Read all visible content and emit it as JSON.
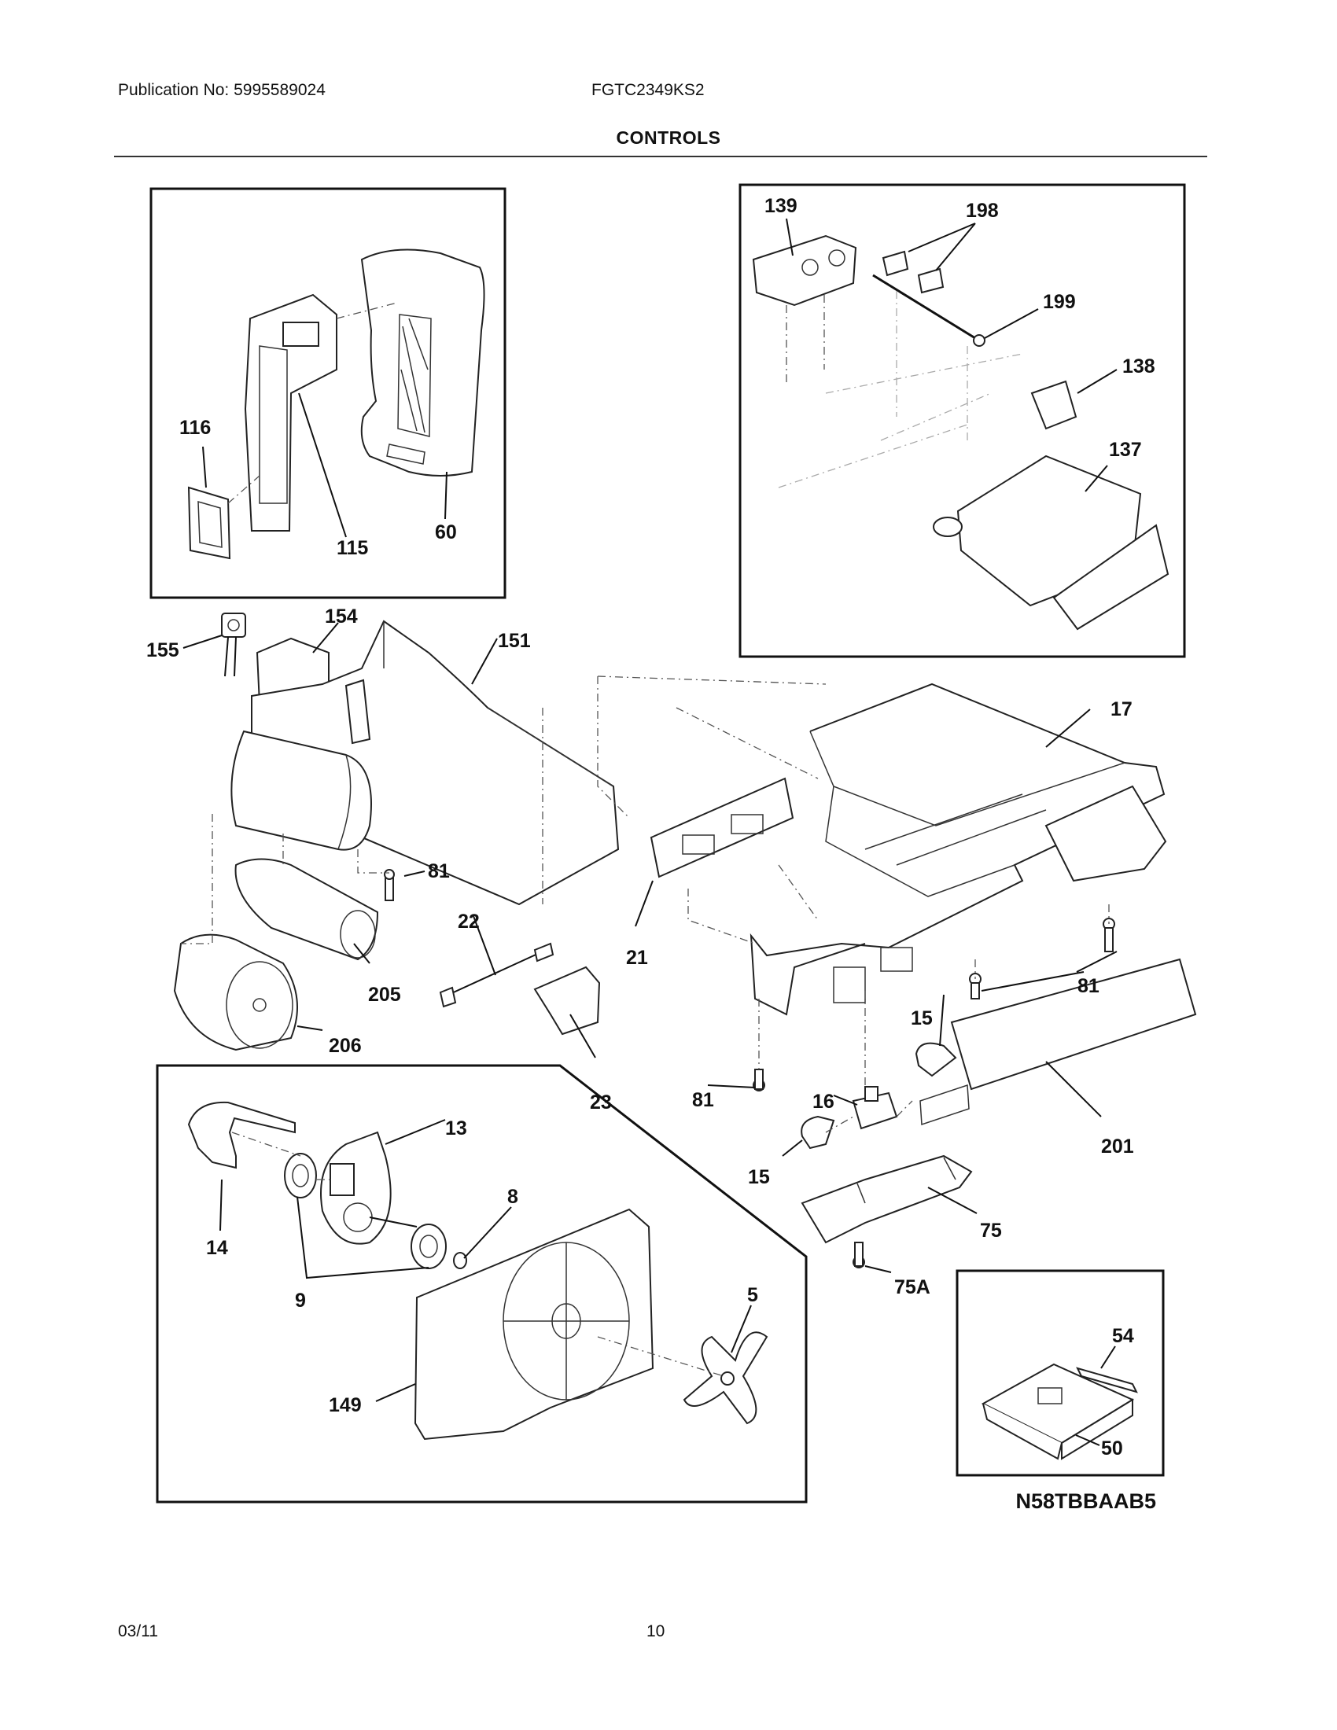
{
  "header": {
    "publication": "Publication No: 5995589024",
    "model": "FGTC2349KS2",
    "section_title": "CONTROLS"
  },
  "diagram_code": "N58TBBAAB5",
  "footer": {
    "date": "03/11",
    "page_number": "10"
  },
  "callouts": [
    {
      "id": "c116",
      "text": "116"
    },
    {
      "id": "c115",
      "text": "115"
    },
    {
      "id": "c60",
      "text": "60"
    },
    {
      "id": "c139",
      "text": "139"
    },
    {
      "id": "c198",
      "text": "198"
    },
    {
      "id": "c199",
      "text": "199"
    },
    {
      "id": "c138",
      "text": "138"
    },
    {
      "id": "c137",
      "text": "137"
    },
    {
      "id": "c155",
      "text": "155"
    },
    {
      "id": "c154",
      "text": "154"
    },
    {
      "id": "c151",
      "text": "151"
    },
    {
      "id": "c17",
      "text": "17"
    },
    {
      "id": "c81a",
      "text": "81"
    },
    {
      "id": "c22",
      "text": "22"
    },
    {
      "id": "c21",
      "text": "21"
    },
    {
      "id": "c205",
      "text": "205"
    },
    {
      "id": "c206",
      "text": "206"
    },
    {
      "id": "c23",
      "text": "23"
    },
    {
      "id": "c81b",
      "text": "81"
    },
    {
      "id": "c15a",
      "text": "15"
    },
    {
      "id": "c81c",
      "text": "81"
    },
    {
      "id": "c16",
      "text": "16"
    },
    {
      "id": "c201",
      "text": "201"
    },
    {
      "id": "c15b",
      "text": "15"
    },
    {
      "id": "c75",
      "text": "75"
    },
    {
      "id": "c75A",
      "text": "75A"
    },
    {
      "id": "c13",
      "text": "13"
    },
    {
      "id": "c14",
      "text": "14"
    },
    {
      "id": "c8",
      "text": "8"
    },
    {
      "id": "c9",
      "text": "9"
    },
    {
      "id": "c5",
      "text": "5"
    },
    {
      "id": "c149",
      "text": "149"
    },
    {
      "id": "c54",
      "text": "54"
    },
    {
      "id": "c50",
      "text": "50"
    }
  ]
}
